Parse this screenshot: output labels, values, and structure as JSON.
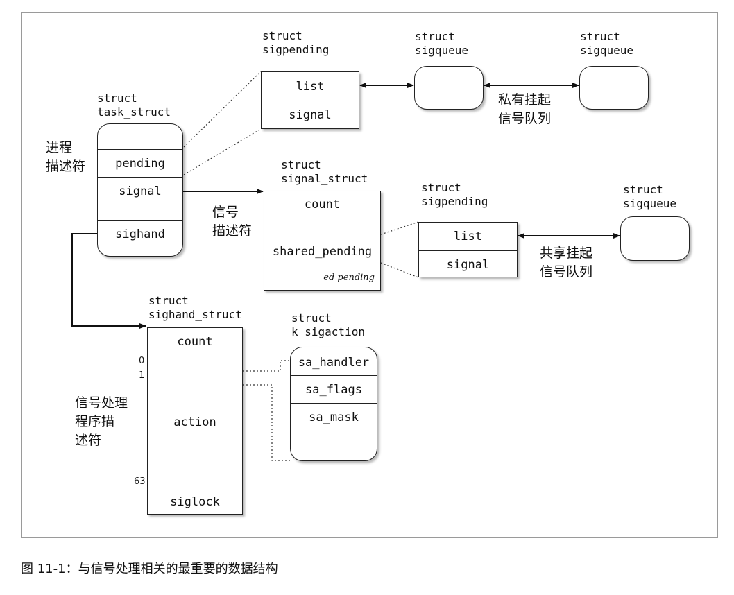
{
  "task_struct": {
    "title": "struct\ntask_struct",
    "fields": [
      "pending",
      "signal",
      "",
      "sighand"
    ],
    "desc": "进程\n描述符"
  },
  "sigpending_private": {
    "title": "struct\nsigpending",
    "fields": [
      "list",
      "signal"
    ]
  },
  "sigqueue_1": {
    "title": "struct\nsigqueue"
  },
  "sigqueue_2": {
    "title": "struct\nsigqueue"
  },
  "private_queue_label": "私有挂起\n信号队列",
  "signal_struct": {
    "title": "struct\nsignal_struct",
    "fields": [
      "count",
      "",
      "shared_pending",
      "ed pending"
    ],
    "desc": "信号\n描述符"
  },
  "sigpending_shared": {
    "title": "struct\nsigpending",
    "fields": [
      "list",
      "signal"
    ]
  },
  "sigqueue_3": {
    "title": "struct\nsigqueue"
  },
  "shared_queue_label": "共享挂起\n信号队列",
  "sighand_struct": {
    "title": "struct\nsighand_struct",
    "fields": [
      "count",
      "action",
      "siglock"
    ],
    "indices": [
      "0",
      "1",
      "63"
    ],
    "desc": "信号处理\n程序描\n述符"
  },
  "k_sigaction": {
    "title": "struct\nk_sigaction",
    "fields": [
      "sa_handler",
      "sa_flags",
      "sa_mask",
      ""
    ]
  },
  "caption": "图 11-1：与信号处理相关的最重要的数据结构"
}
